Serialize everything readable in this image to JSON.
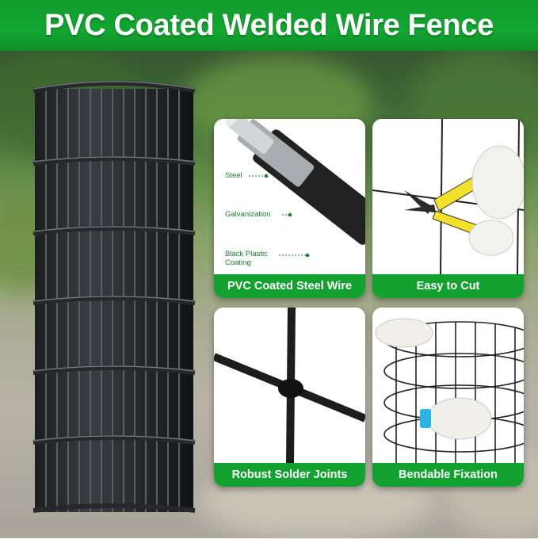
{
  "header": {
    "title": "PVC Coated Welded Wire Fence",
    "color": "#13a631"
  },
  "cards": [
    {
      "caption": "PVC Coated Steel Wire",
      "labels": [
        "Steel",
        "Galvanization",
        "Black Plastic Coating"
      ]
    },
    {
      "caption": "Easy to Cut"
    },
    {
      "caption": "Robust Solder Joints"
    },
    {
      "caption": "Bendable Fixation"
    }
  ]
}
